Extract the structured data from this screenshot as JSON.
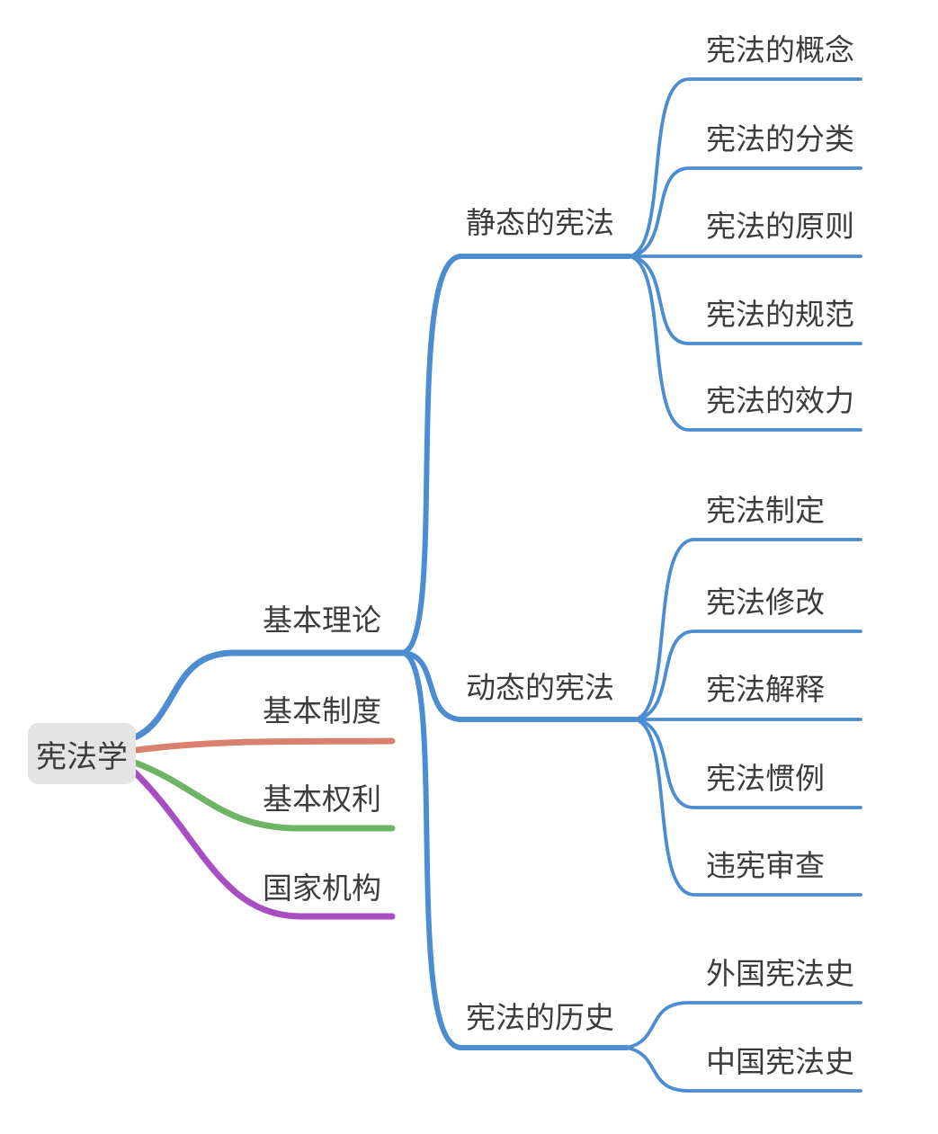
{
  "root": {
    "label": "宪法学"
  },
  "branches": [
    {
      "label": "基本理论",
      "color": "#4C8CD1",
      "children": [
        {
          "label": "静态的宪法",
          "children": [
            {
              "label": "宪法的概念"
            },
            {
              "label": "宪法的分类"
            },
            {
              "label": "宪法的原则"
            },
            {
              "label": "宪法的规范"
            },
            {
              "label": "宪法的效力"
            }
          ]
        },
        {
          "label": "动态的宪法",
          "children": [
            {
              "label": "宪法制定"
            },
            {
              "label": "宪法修改"
            },
            {
              "label": "宪法解释"
            },
            {
              "label": "宪法惯例"
            },
            {
              "label": "违宪审查"
            }
          ]
        },
        {
          "label": "宪法的历史",
          "children": [
            {
              "label": "外国宪法史"
            },
            {
              "label": "中国宪法史"
            }
          ]
        }
      ]
    },
    {
      "label": "基本制度",
      "color": "#D9806E",
      "children": []
    },
    {
      "label": "基本权利",
      "color": "#6DB564",
      "children": []
    },
    {
      "label": "国家机构",
      "color": "#A94EC2",
      "children": []
    }
  ],
  "colors": {
    "branch_blue": "#4C8CD1",
    "branch_salmon": "#D9806E",
    "branch_green": "#6DB564",
    "branch_purple": "#A94EC2",
    "root_background": "#E4E4E4",
    "text": "#3C3C3C"
  }
}
